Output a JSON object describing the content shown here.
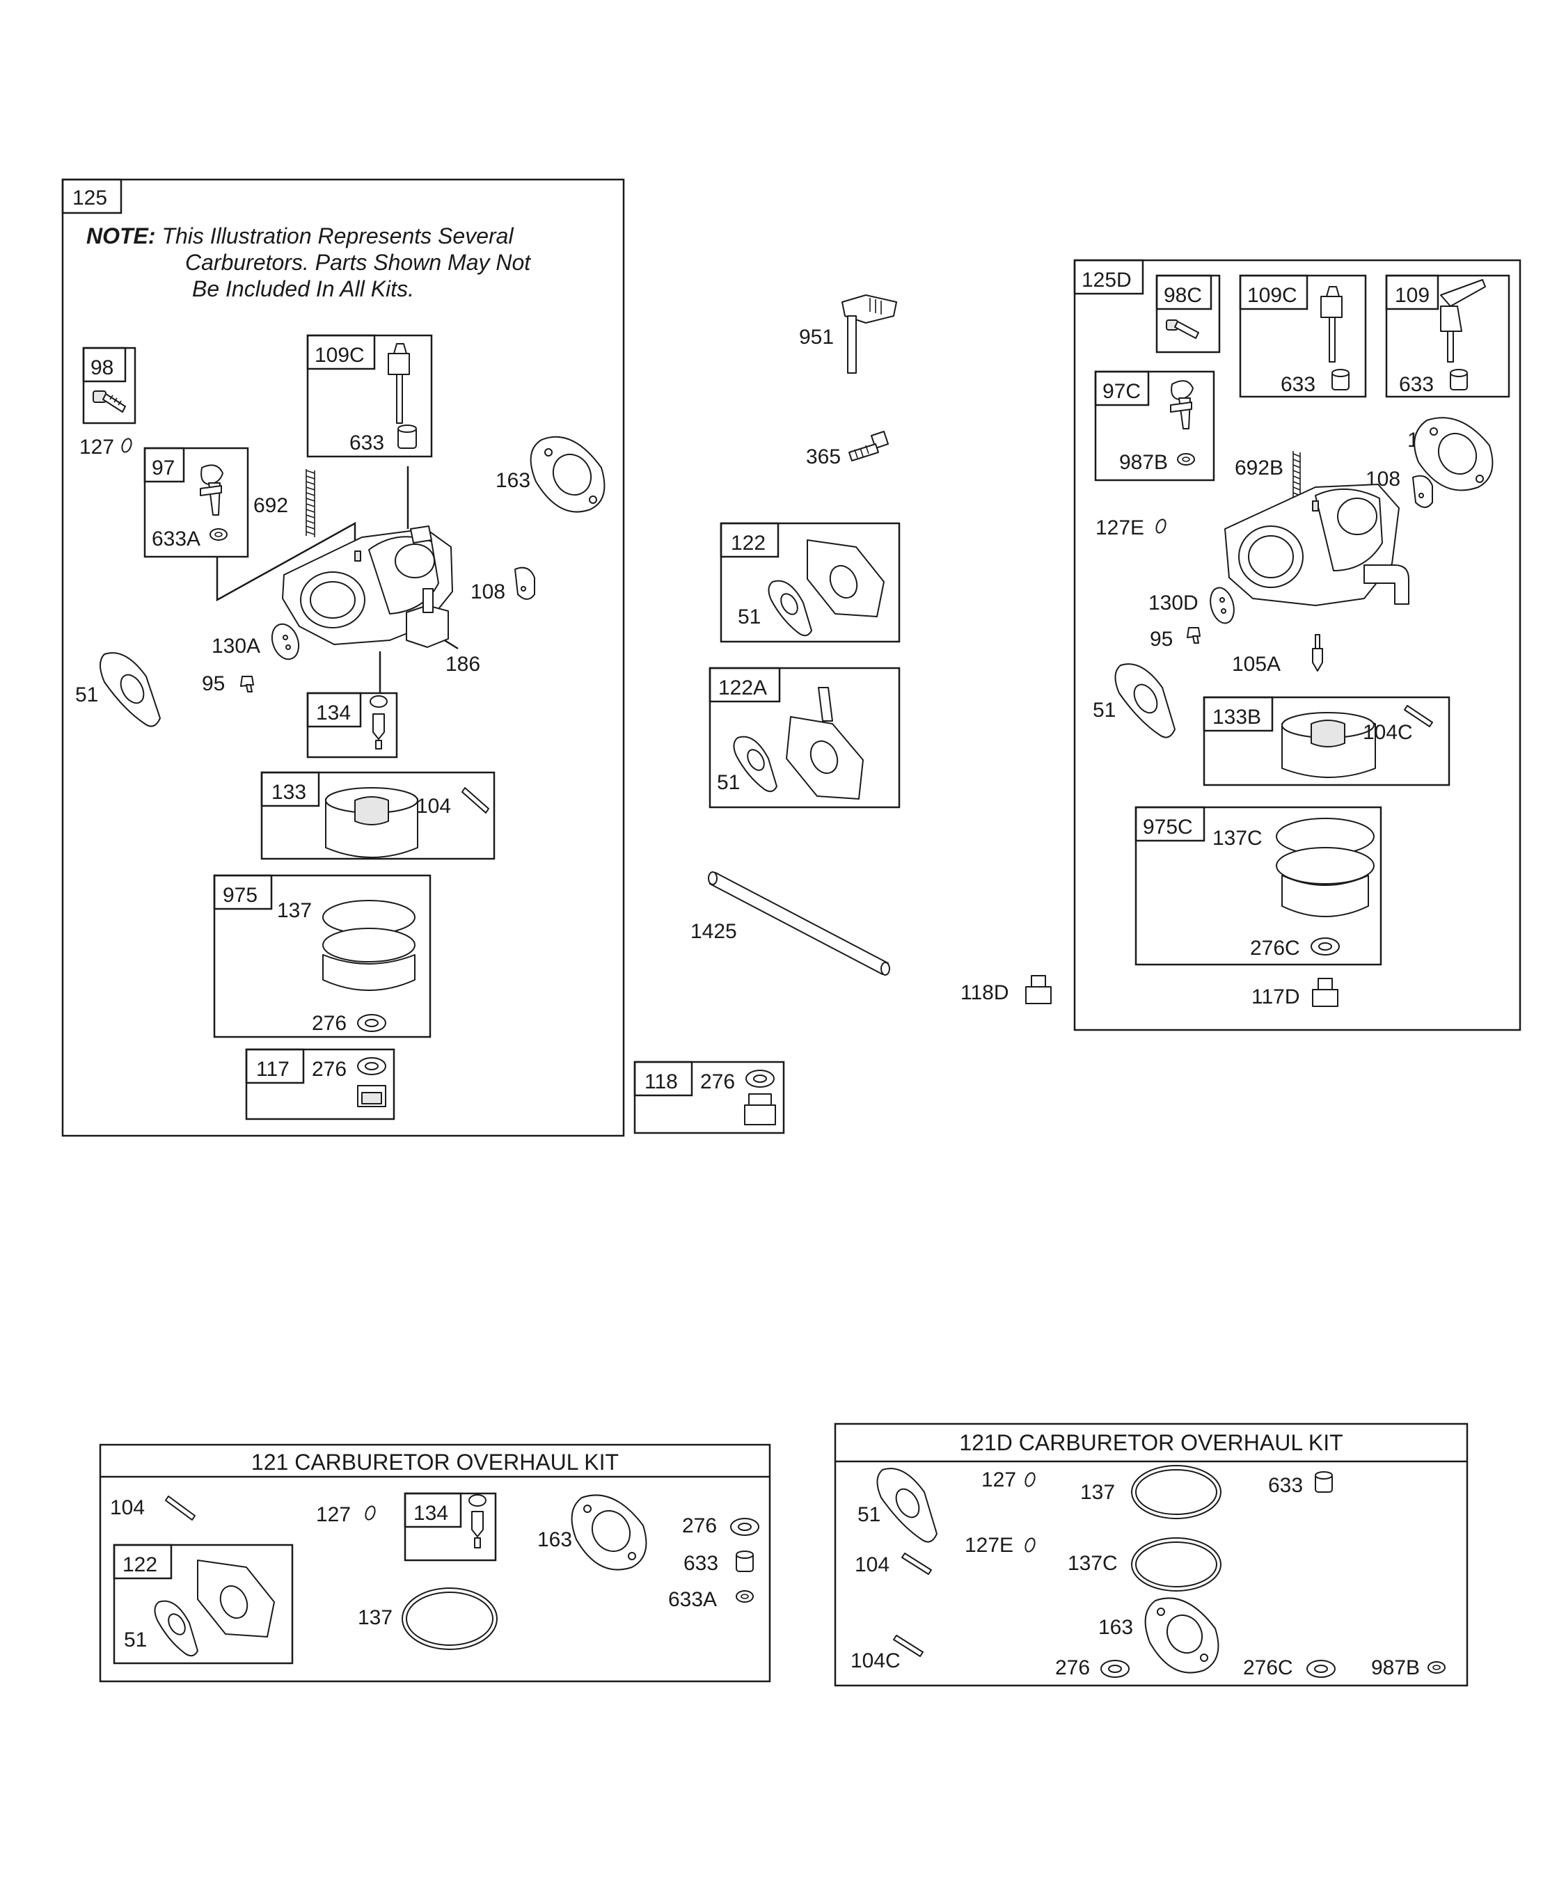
{
  "note": {
    "bold": "NOTE:",
    "line1": " This Illustration Represents Several",
    "line2": "Carburetors. Parts Shown May Not",
    "line3": "Be Included In All Kits."
  },
  "group_left": {
    "box": "125",
    "sub_98": "98",
    "l_127": "127",
    "sub_97": "97",
    "l_633A": "633A",
    "sub_109C": "109C",
    "l_633": "633",
    "l_692": "692",
    "l_163": "163",
    "l_108": "108",
    "l_186": "186",
    "l_130A": "130A",
    "l_95": "95",
    "l_51": "51",
    "sub_134": "134",
    "sub_133": "133",
    "l_104": "104",
    "sub_975": "975",
    "l_137": "137",
    "l_276": "276",
    "sub_117": "117",
    "l_276b": "276"
  },
  "group_middle": {
    "l_951": "951",
    "l_365": "365",
    "sub_122": "122",
    "l_51a": "51",
    "sub_122A": "122A",
    "l_51b": "51",
    "l_1425": "1425",
    "l_118D": "118D",
    "sub_118": "118",
    "l_276": "276"
  },
  "group_right": {
    "box": "125D",
    "sub_98C": "98C",
    "sub_109C": "109C",
    "l_633a": "633",
    "sub_109": "109",
    "l_633b": "633",
    "sub_97C": "97C",
    "l_987B": "987B",
    "l_692B": "692B",
    "l_163": "163",
    "l_108": "108",
    "l_127E": "127E",
    "l_130D": "130D",
    "l_95": "95",
    "l_105A": "105A",
    "l_51": "51",
    "sub_133B": "133B",
    "l_104C": "104C",
    "sub_975C": "975C",
    "l_137C": "137C",
    "l_276C": "276C",
    "l_117D": "117D"
  },
  "kit_121": {
    "title": "121 CARBURETOR OVERHAUL KIT",
    "l_104": "104",
    "l_127": "127",
    "sub_134": "134",
    "l_163": "163",
    "l_276": "276",
    "l_633": "633",
    "l_633A": "633A",
    "sub_122": "122",
    "l_51": "51",
    "l_137": "137"
  },
  "kit_121D": {
    "title": "121D CARBURETOR OVERHAUL KIT",
    "l_51": "51",
    "l_127": "127",
    "l_137": "137",
    "l_633": "633",
    "l_127E": "127E",
    "l_104": "104",
    "l_137C": "137C",
    "l_163": "163",
    "l_104C": "104C",
    "l_276": "276",
    "l_276C": "276C",
    "l_987B": "987B"
  },
  "colors": {
    "ink": "#1a1a1a",
    "paper": "#ffffff",
    "shade": "#e6e6e6"
  }
}
